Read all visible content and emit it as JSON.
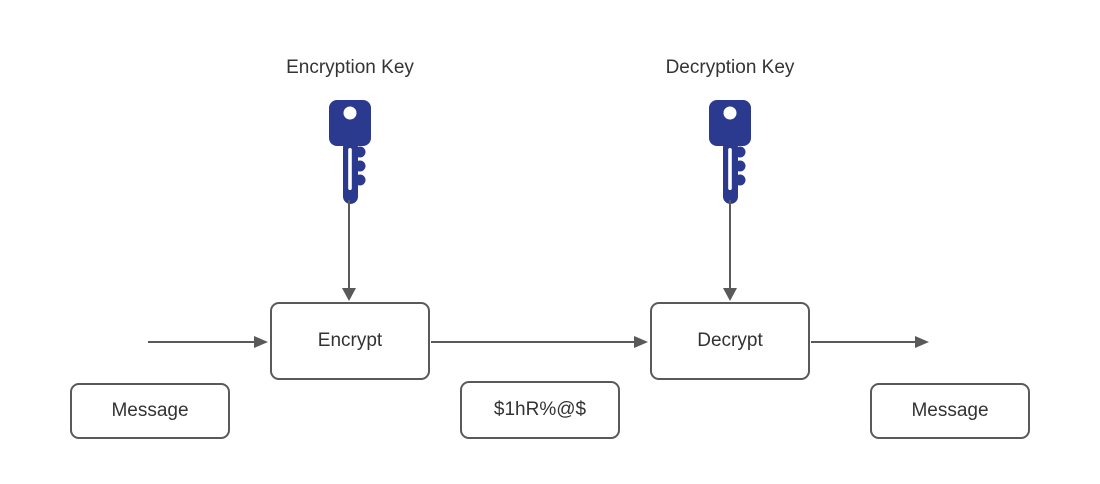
{
  "diagram": {
    "key_labels": {
      "encryption": "Encryption Key",
      "decryption": "Decryption Key"
    },
    "nodes": {
      "encrypt": "Encrypt",
      "decrypt": "Decrypt",
      "message_in": "Message",
      "ciphertext": "$1hR%@$",
      "message_out": "Message"
    },
    "icons": {
      "encryption_key": "key-icon",
      "decryption_key": "key-icon"
    },
    "colors": {
      "key_fill": "#2b3a8e",
      "stroke": "#595959",
      "text": "#343434",
      "background": "#ffffff"
    }
  }
}
